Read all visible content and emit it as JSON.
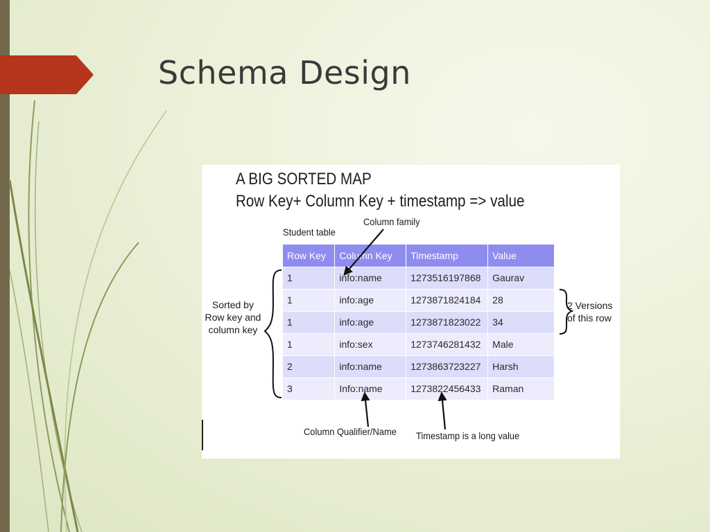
{
  "slide": {
    "title": "Schema Design"
  },
  "figure": {
    "heading_1": "A BIG SORTED MAP",
    "heading_2": "Row Key+ Column Key + timestamp => value",
    "table_label": "Student table",
    "column_family_label": "Column family",
    "sorted_label": "Sorted by Row key and column key",
    "versions_label": "2 Versions of this row",
    "column_qualifier_label": "Column Qualifier/Name",
    "timestamp_label": "Timestamp is a long value",
    "table": {
      "headers": [
        "Row Key",
        "Column Key",
        "Timestamp",
        "Value"
      ],
      "rows": [
        [
          "1",
          "info:name",
          "1273516197868",
          "Gaurav"
        ],
        [
          "1",
          "info:age",
          "1273871824184",
          "28"
        ],
        [
          "1",
          "info:age",
          "1273871823022",
          "34"
        ],
        [
          "1",
          "info:sex",
          "1273746281432",
          "Male"
        ],
        [
          "2",
          "info:name",
          "1273863723227",
          "Harsh"
        ],
        [
          "3",
          "Info:name",
          "1273822456433",
          "Raman"
        ]
      ]
    }
  },
  "colors": {
    "accent_arrow": "#b5361c",
    "left_bar": "#72694c",
    "table_header": "#8f8cf0",
    "row_dark": "#dcdcfb",
    "row_light": "#ececfd"
  }
}
